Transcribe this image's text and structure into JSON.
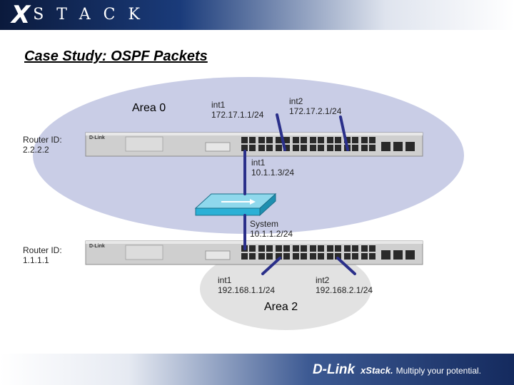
{
  "header": {
    "logo_x": "X",
    "logo_word": "STACK"
  },
  "title": "Case Study: OSPF Packets",
  "labels": {
    "area0": "Area 0",
    "area2": "Area 2",
    "router_top": "Router ID:\n2.2.2.2",
    "router_bottom": "Router ID:\n1.1.1.1",
    "top_int1": "int1\n172.17.1.1/24",
    "top_int2": "int2\n172.17.2.1/24",
    "mid_int1": "int1\n10.1.1.3/24",
    "system": "System\n10.1.1.2/24",
    "bottom_int1": "int1\n192.168.1.1/24",
    "bottom_int2": "int2\n192.168.2.1/24"
  },
  "devices": {
    "switch_brand": "D-Link"
  },
  "footer": {
    "brand": "D-Link",
    "product": "xStack.",
    "tagline": "Multiply your potential."
  },
  "colors": {
    "area0_fill": "#c9cde6",
    "area2_fill": "#e2e2e2",
    "link": "#2a2f8a",
    "switch_icon": "#2ab0d6"
  }
}
